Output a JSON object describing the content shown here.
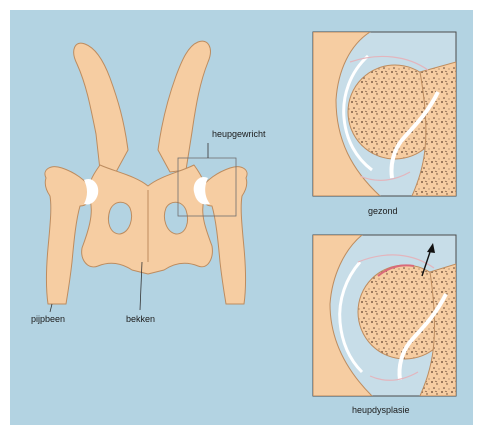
{
  "labels": {
    "hip_joint": "heupgewricht",
    "femur": "pijpbeen",
    "pelvis": "bekken",
    "healthy": "gezond",
    "dysplasia": "heupdysplasie"
  },
  "colors": {
    "background": "#b3d3e2",
    "bone": "#f6cda2",
    "bone_outline": "#bd8c5f",
    "cartilage": "#ffffff",
    "panel": "#c7dde8",
    "inflamed": "#d96a7a"
  }
}
